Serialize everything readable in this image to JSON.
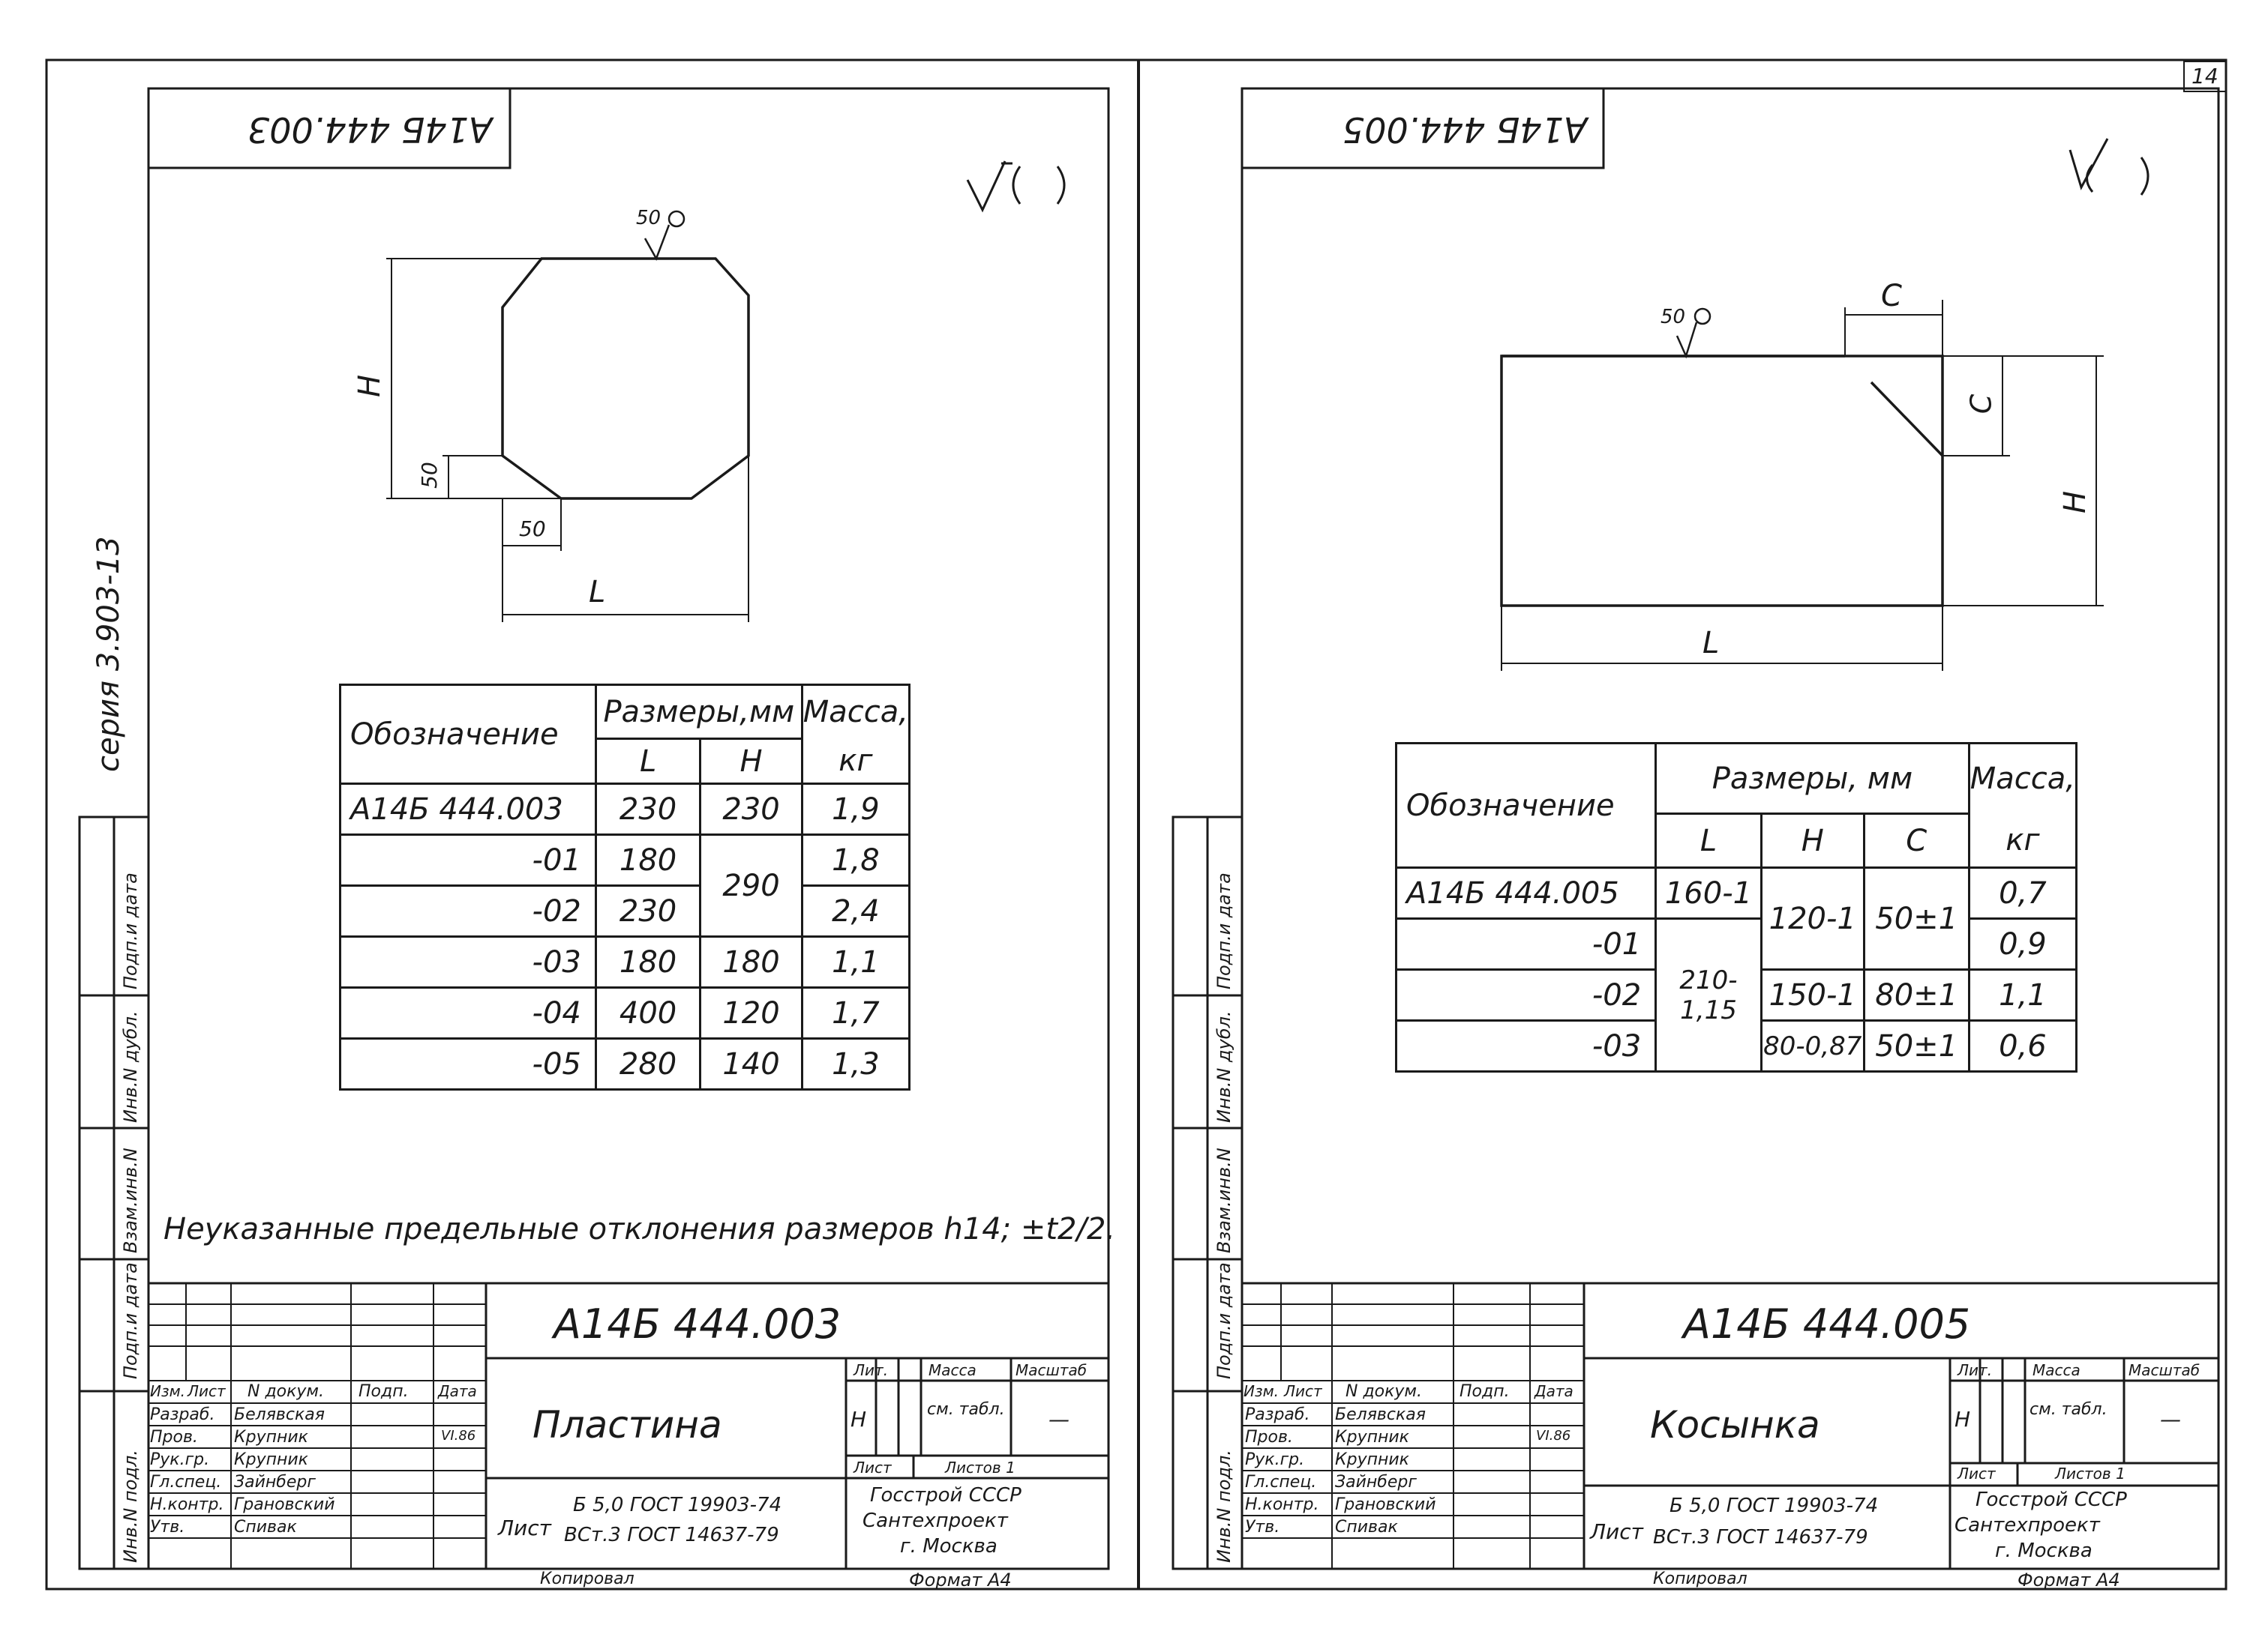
{
  "page_number": "14",
  "series_label": "серия  3.903-13",
  "side_strip_labels": [
    "Инв.N подл.",
    "Подп.и дата",
    "Взам.инв.N",
    "Инв.N дубл.",
    "Подп.и дата"
  ],
  "sheets": [
    {
      "top_code": "А14Б 444.003",
      "roughness": "50",
      "dims": {
        "H": "H",
        "small1": "50",
        "small2": "50",
        "L": "L"
      },
      "table": {
        "headers": {
          "designation": "Обозначение",
          "sizes": "Размеры,мм",
          "mass": "Масса,",
          "mass_unit": "кг",
          "L": "L",
          "H": "H"
        },
        "rows": [
          {
            "designation": "А14Б 444.003",
            "L": "230",
            "H": "230",
            "mass": "1,9"
          },
          {
            "designation": "-01",
            "L": "180",
            "H": "290",
            "mass": "1,8"
          },
          {
            "designation": "-02",
            "L": "230",
            "H": "",
            "mass": "2,4"
          },
          {
            "designation": "-03",
            "L": "180",
            "H": "180",
            "mass": "1,1"
          },
          {
            "designation": "-04",
            "L": "400",
            "H": "120",
            "mass": "1,7"
          },
          {
            "designation": "-05",
            "L": "280",
            "H": "140",
            "mass": "1,3"
          }
        ]
      },
      "note": "Неуказанные предельные отклонения размеров h14; ±t2/2.",
      "stamp": {
        "code": "А14Б 444.003",
        "title": "Пластина",
        "roles": [
          "Разраб.",
          "Пров.",
          "Рук.гр.",
          "Гл.спец.",
          "Н.контр.",
          "Утв."
        ],
        "names": [
          "Белявская",
          "Крупник",
          "Крупник",
          "Зайнберг",
          "Грановский",
          "Спивак"
        ],
        "col_heads": [
          "Изм.",
          "Лист",
          "N докум.",
          "Подп.",
          "Дата"
        ],
        "lit": "Лит.",
        "lit_value": "Н",
        "mass": "Масса",
        "mass_value": "см. табл.",
        "scale": "Масштаб",
        "scale_value": "—",
        "sheet": "Лист",
        "sheets": "Листов 1",
        "material_lines": [
          "Б 5,0 ГОСТ 19903-74",
          "ВСт.3 ГОСТ 14637-79"
        ],
        "org_lines": [
          "Госстрой СССР",
          "Сантехпроект",
          "г. Москва"
        ],
        "date": "VI.86",
        "copied": "Копировал",
        "format": "Формат А4"
      }
    },
    {
      "top_code": "А14Б 444.005",
      "roughness": "50",
      "dims": {
        "C_top": "C",
        "C_side": "C",
        "H": "H",
        "L": "L"
      },
      "table": {
        "headers": {
          "designation": "Обозначение",
          "sizes": "Размеры, мм",
          "mass": "Масса,",
          "mass_unit": "кг",
          "L": "L",
          "H": "H",
          "C": "C"
        },
        "rows": [
          {
            "designation": "А14Б 444.005",
            "L": "160-1",
            "H": "120-1",
            "C": "50±1",
            "mass": "0,7"
          },
          {
            "designation": "-01",
            "L": "210-1,15",
            "H": "",
            "C": "",
            "mass": "0,9"
          },
          {
            "designation": "-02",
            "L": "",
            "H": "150-1",
            "C": "80±1",
            "mass": "1,1"
          },
          {
            "designation": "-03",
            "L": "",
            "H": "80-0,87",
            "C": "50±1",
            "mass": "0,6"
          }
        ]
      },
      "stamp": {
        "code": "А14Б 444.005",
        "title": "Косынка",
        "roles": [
          "Разраб.",
          "Пров.",
          "Рук.гр.",
          "Гл.спец.",
          "Н.контр.",
          "Утв."
        ],
        "names": [
          "Белявская",
          "Крупник",
          "Крупник",
          "Зайнберг",
          "Грановский",
          "Спивак"
        ],
        "col_heads": [
          "Изм.",
          "Лист",
          "N докум.",
          "Подп.",
          "Дата"
        ],
        "lit": "Лит.",
        "lit_value": "Н",
        "mass": "Масса",
        "mass_value": "см. табл.",
        "scale": "Масштаб",
        "scale_value": "—",
        "sheet": "Лист",
        "sheets": "Листов 1",
        "material_lines": [
          "Б 5,0 ГОСТ 19903-74",
          "ВСт.3 ГОСТ 14637-79"
        ],
        "org_lines": [
          "Госстрой СССР",
          "Сантехпроект",
          "г. Москва"
        ],
        "date": "VI.86",
        "copied": "Копировал",
        "format": "Формат А4"
      }
    }
  ]
}
